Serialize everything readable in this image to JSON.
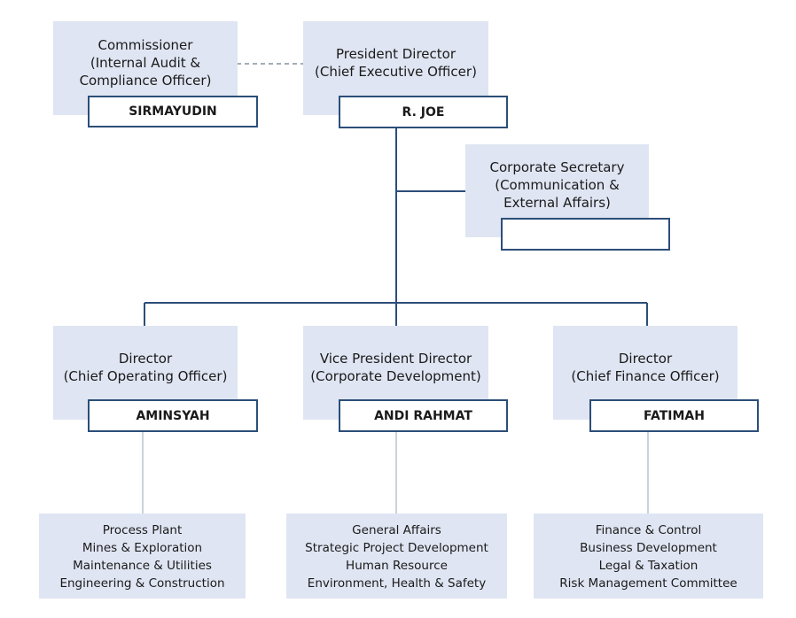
{
  "nodes": {
    "commissioner": {
      "title": "Commissioner\n(Internal Audit &\nCompliance Officer)",
      "name": "SIRMAYUDIN"
    },
    "president": {
      "title": "President Director\n(Chief Executive Officer)",
      "name": "R. JOE"
    },
    "corp_secretary": {
      "title": "Corporate Secretary\n(Communication &\nExternal Affairs)",
      "name": ""
    },
    "coo": {
      "title": "Director\n(Chief Operating Officer)",
      "name": "AMINSYAH"
    },
    "vp": {
      "title": "Vice President Director\n(Corporate Development)",
      "name": "ANDI RAHMAT"
    },
    "cfo": {
      "title": "Director\n(Chief Finance Officer)",
      "name": "FATIMAH"
    }
  },
  "departments": {
    "coo": "Process Plant\nMines & Exploration\nMaintenance & Utilities\nEngineering & Construction",
    "vp": "General Affairs\nStrategic Project Development\nHuman Resource\nEnvironment, Health & Safety",
    "cfo": "Finance & Control\nBusiness Development\nLegal & Taxation\nRisk Management Committee"
  },
  "colors": {
    "box_fill": "#dfe5f2",
    "line": "#2c4e79",
    "dept_line": "#9aa5b5"
  }
}
